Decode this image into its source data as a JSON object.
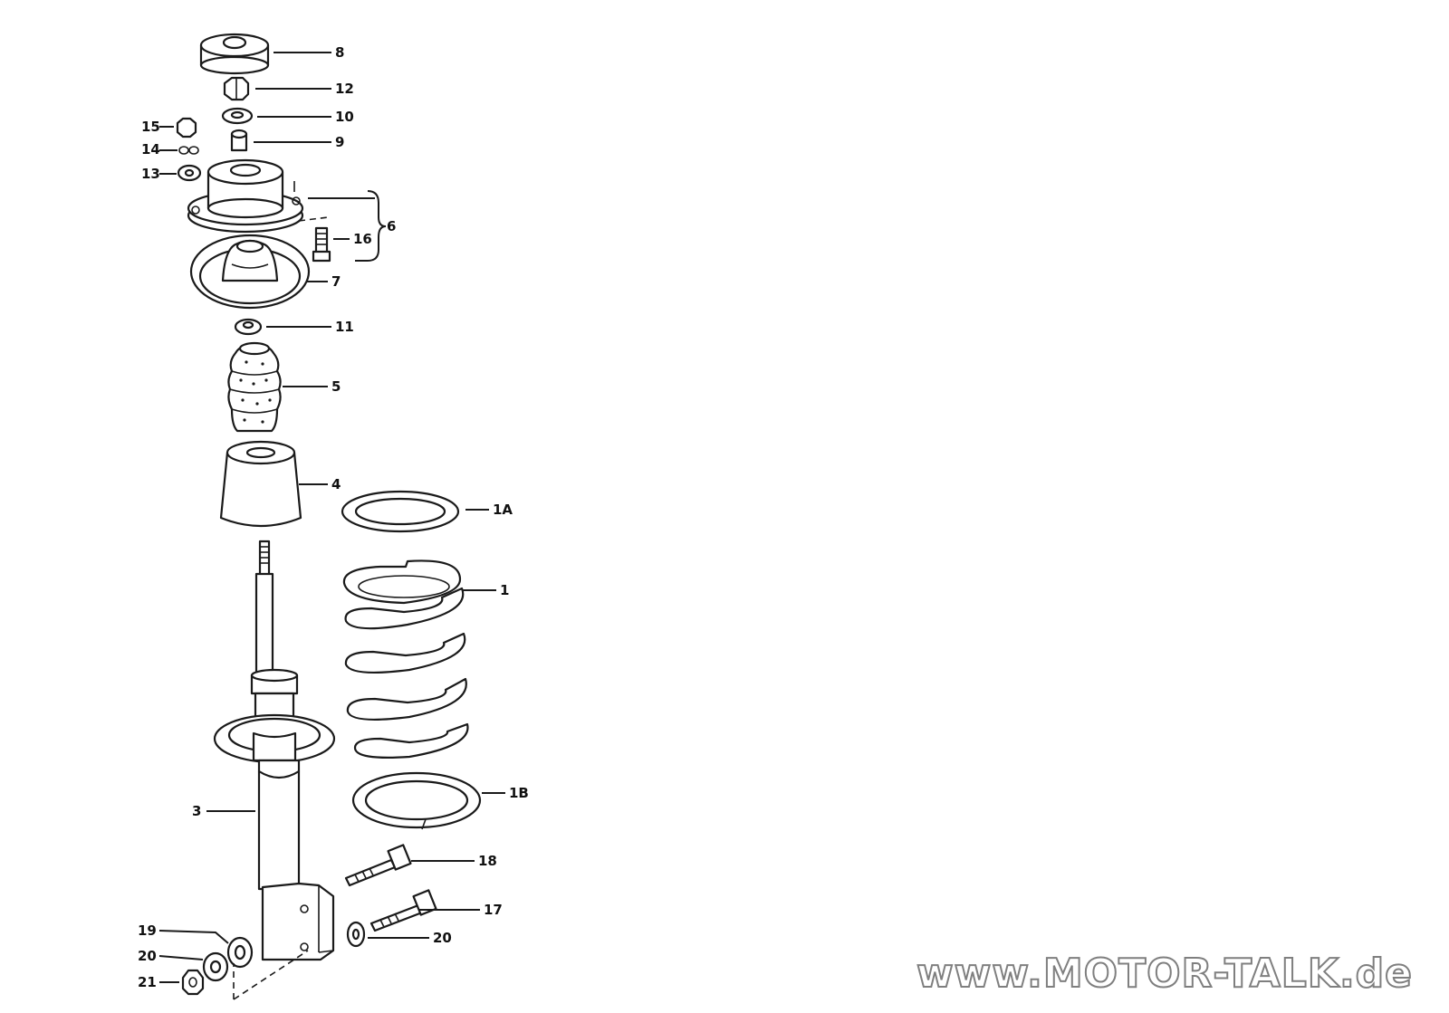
{
  "callouts": {
    "c8": "8",
    "c12": "12",
    "c10": "10",
    "c9": "9",
    "c15": "15",
    "c14": "14",
    "c13": "13",
    "c6": "6",
    "c16": "16",
    "c7": "7",
    "c11": "11",
    "c5": "5",
    "c4": "4",
    "c1A": "1A",
    "c1": "1",
    "c1B": "1B",
    "c3": "3",
    "c18": "18",
    "c17": "17",
    "c20a": "20",
    "c19": "19",
    "c20b": "20",
    "c21": "21"
  },
  "watermark": "www.MOTOR-TALK.de"
}
